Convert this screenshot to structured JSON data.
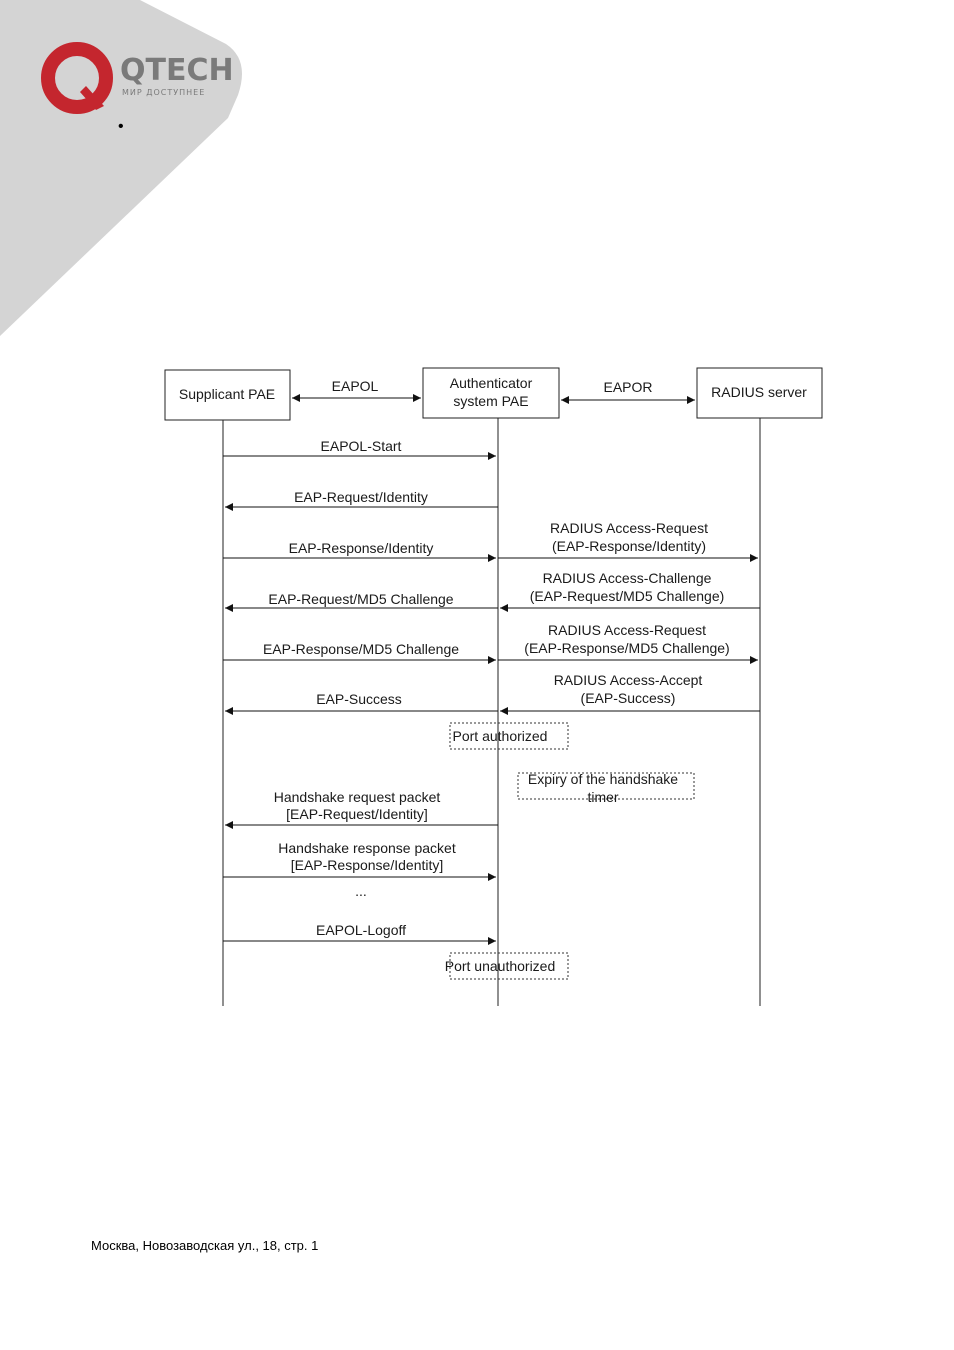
{
  "brand": {
    "name": "QTECH",
    "tagline": "МИР ДОСТУПНЕЕ",
    "accent_color": "#c4262e",
    "text_color": "#7a7a7a",
    "corner_color": "#d4d4d4"
  },
  "bullet": "•",
  "diagram": {
    "entities": {
      "supplicant": "Supplicant PAE",
      "authenticator_line1": "Authenticator",
      "authenticator_line2": "system PAE",
      "radius": "RADIUS server"
    },
    "protocols": {
      "left": "EAPOL",
      "right": "EAPOR"
    },
    "messages": {
      "eapol_start": "EAPOL-Start",
      "eap_request_identity": "EAP-Request/Identity",
      "eap_response_identity": "EAP-Response/Identity",
      "radius_access_request_1_l1": "RADIUS Access-Request",
      "radius_access_request_1_l2": "(EAP-Response/Identity)",
      "eap_request_md5": "EAP-Request/MD5 Challenge",
      "radius_access_challenge_l1": "RADIUS Access-Challenge",
      "radius_access_challenge_l2": "(EAP-Request/MD5 Challenge)",
      "eap_response_md5": "EAP-Response/MD5 Challenge",
      "radius_access_request_2_l1": "RADIUS Access-Request",
      "radius_access_request_2_l2": "(EAP-Response/MD5 Challenge)",
      "eap_success": "EAP-Success",
      "radius_access_accept_l1": "RADIUS Access-Accept",
      "radius_access_accept_l2": "(EAP-Success)",
      "port_authorized": "Port authorized",
      "expiry_l1": "Expiry of the handshake",
      "expiry_l2": "timer",
      "handshake_request_l1": "Handshake request packet",
      "handshake_request_l2": "[EAP-Request/Identity]",
      "handshake_response_l1": "Handshake response packet",
      "handshake_response_l2": "[EAP-Response/Identity]",
      "ellipsis": "...",
      "eapol_logoff": "EAPOL-Logoff",
      "port_unauthorized": "Port unauthorized"
    }
  },
  "footer": {
    "address": "Москва, Новозаводская ул., 18, стр. 1"
  }
}
